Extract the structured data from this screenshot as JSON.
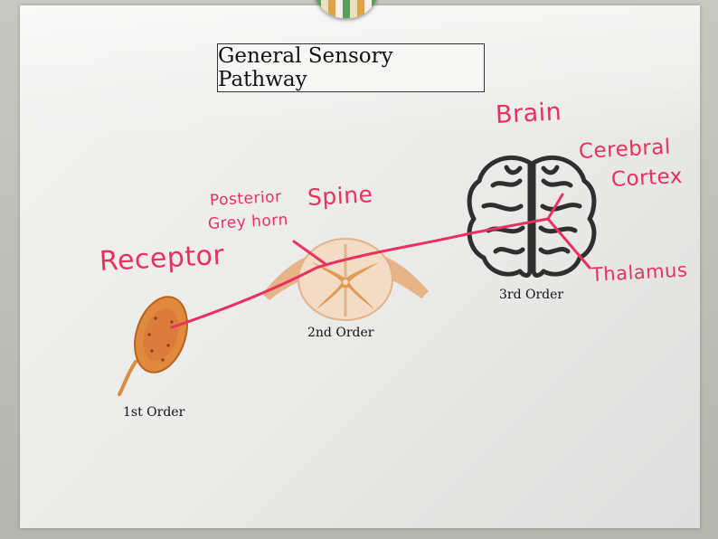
{
  "title": "General Sensory Pathway",
  "print_labels": {
    "first": "1st Order",
    "second": "2nd Order",
    "third": "3rd Order"
  },
  "handwritten": {
    "receptor": "Receptor",
    "posterior": "Posterior",
    "grey_horn": "Grey horn",
    "spine": "Spine",
    "brain": "Brain",
    "cerebral": "Cerebral",
    "cortex": "Cortex",
    "thalamus": "Thalamus"
  },
  "colors": {
    "marker": "#e8315f",
    "neuron_orange": "#d97a36",
    "spine_tan": "#e7b487",
    "brain_outline": "#2f2f2f"
  }
}
